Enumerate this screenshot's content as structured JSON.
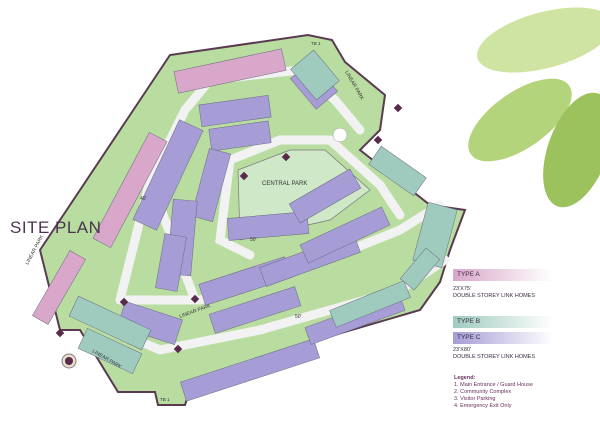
{
  "title": "SITE PLAN",
  "map_labels": {
    "central_park": "CENTRAL PARK",
    "linear_park": "LINEAR PARK",
    "road_50": "50'",
    "road_40": "40'",
    "tb": "TB 1"
  },
  "types": [
    {
      "label": "TYPE A",
      "color": "#d9a7c9"
    },
    {
      "label": "TYPE B",
      "color": "#9fcbbf"
    },
    {
      "label": "TYPE C",
      "color": "#a69cd6"
    }
  ],
  "specs": {
    "a_size": "23'X75'",
    "a_desc": "DOUBLE STOREY LINK HOMES",
    "bc_size": "23'X80'",
    "bc_desc": "DOUBLE STOREY LINK HOMES"
  },
  "legend": {
    "heading": "Legend:",
    "items": [
      "1.  Main Entrance / Guard House",
      "2.  Community Complex",
      "3.  Visitor Parking",
      "4.  Emergency Exit Only"
    ]
  },
  "colors": {
    "land": "#b9dca0",
    "road": "#f2f2f2",
    "boundary": "#5a3a50",
    "park": "#cfe8c8"
  }
}
